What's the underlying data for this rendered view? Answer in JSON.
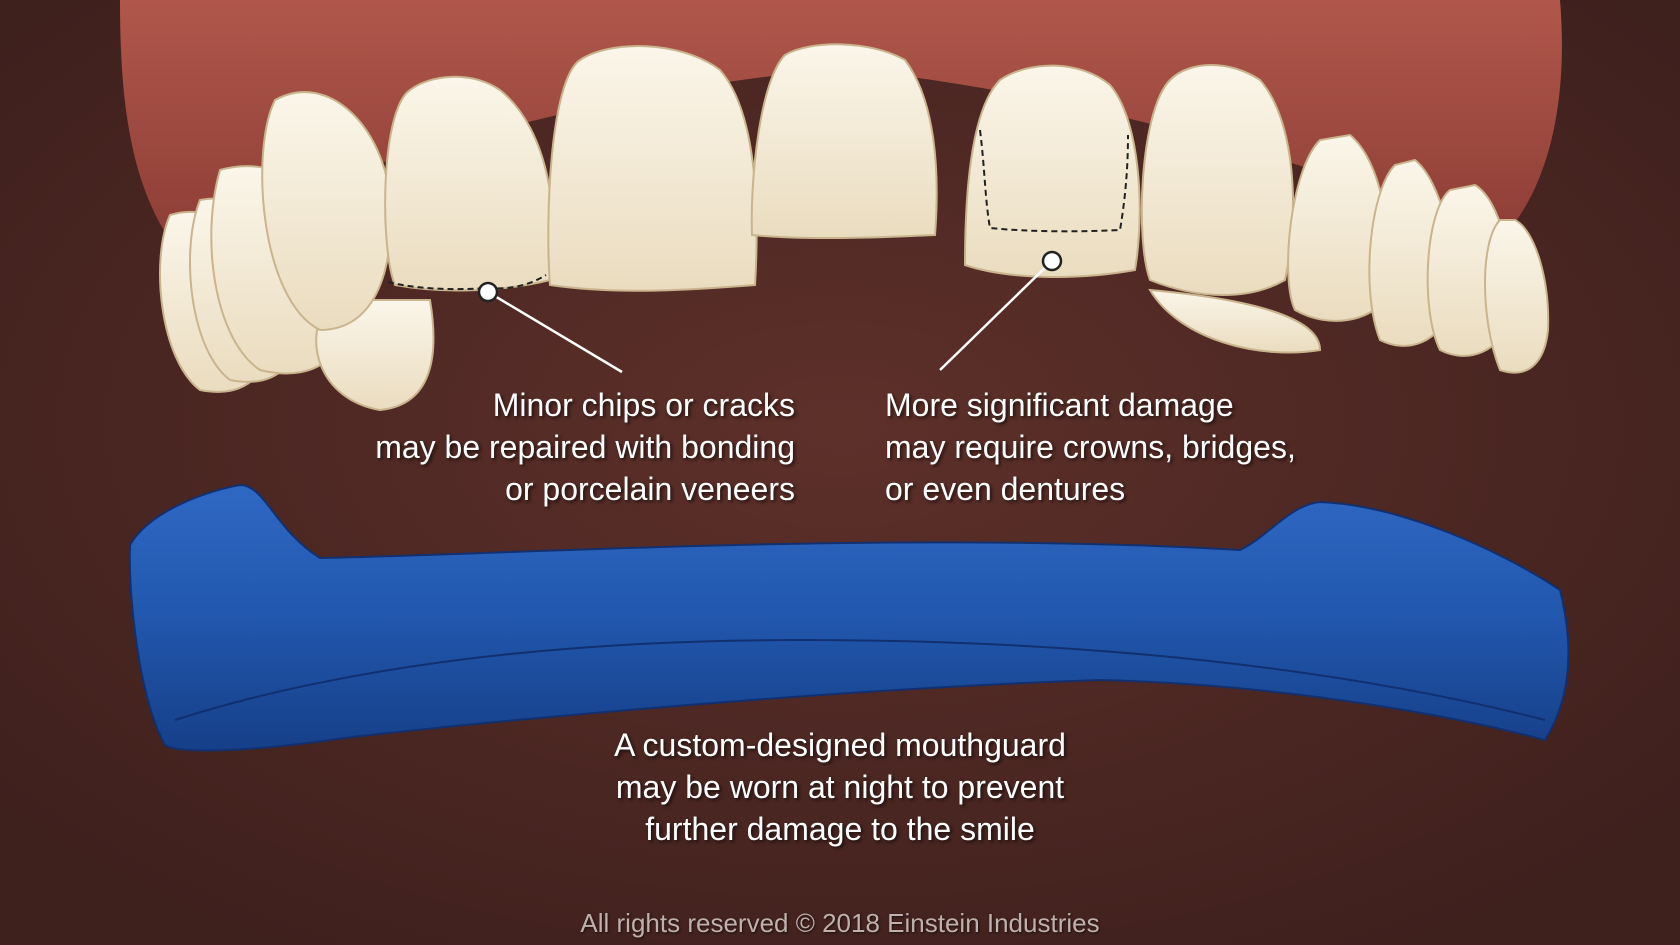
{
  "captions": {
    "minor_damage": [
      "Minor chips or cracks",
      "may be repaired with bonding",
      "or porcelain veneers"
    ],
    "significant_damage": [
      "More significant damage",
      "may require crowns, bridges,",
      "or even dentures"
    ],
    "mouthguard": [
      "A custom-designed mouthguard",
      "may be worn at night to prevent",
      "further damage to the smile"
    ]
  },
  "footer": "All rights reserved © 2018 Einstein Industries",
  "colors": {
    "background": "#4a2622",
    "gums": "#a24c42",
    "teeth": "#f6eedb",
    "mouthguard": "#2459b2"
  }
}
